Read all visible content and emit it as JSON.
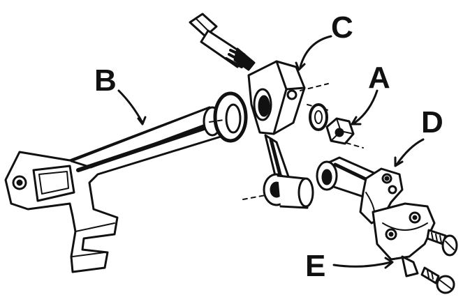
{
  "diagram": {
    "title": "",
    "parts": [
      {
        "letter": "A",
        "icon": "hex-nut"
      },
      {
        "letter": "B",
        "icon": "lever-arm"
      },
      {
        "letter": "C",
        "icon": "clamp-block-with-screw"
      },
      {
        "letter": "D",
        "icon": "split-bearing-cap"
      },
      {
        "letter": "E",
        "icon": "bearing-clamp-half"
      }
    ],
    "colors": {
      "ink": "#111111",
      "paper": "#ffffff",
      "shade": "#1a1a1a"
    }
  }
}
